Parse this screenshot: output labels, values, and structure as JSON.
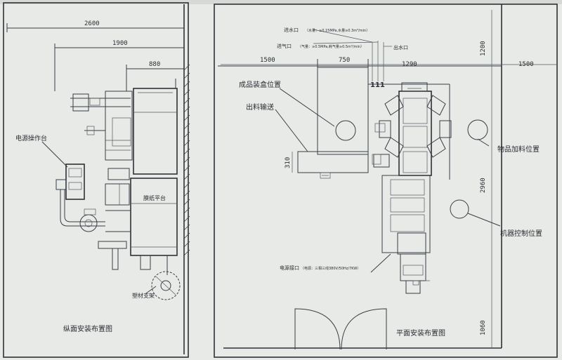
{
  "side_view": {
    "title": "纵面安装布置图",
    "dimensions": {
      "d2600": "2600",
      "d1900": "1900",
      "d880": "880"
    },
    "labels": {
      "control_box": "电源操作台",
      "film_carrier": "膜纸平台",
      "film_holder": "塑材支架"
    }
  },
  "plan_view": {
    "title": "平面安装布置图",
    "dimensions": {
      "d1500_left": "1500",
      "d750": "750",
      "d1290": "1290",
      "d1500_right": "1500",
      "d1200": "1200",
      "d2960": "2960",
      "d1060": "1060",
      "d310": "310"
    },
    "labels": {
      "water_inlet": "进水口",
      "water_inlet_spec": "（水量：≥0.15MPa,水量≥0.3m³/min）",
      "air_inlet": "进气口",
      "air_inlet_spec": "（气量：≥0.5MPa,耗气量≥0.5m³/min）",
      "water_outlet": "出水口",
      "packing_position": "成品装盒位置",
      "discharge_conveyor": "出料输送",
      "loading_position": "物品加料位置",
      "control_position": "机器控制位置",
      "power_port": "电源接口",
      "power_spec": "（电源：三相三线380V/50Hz/7KW）"
    }
  }
}
